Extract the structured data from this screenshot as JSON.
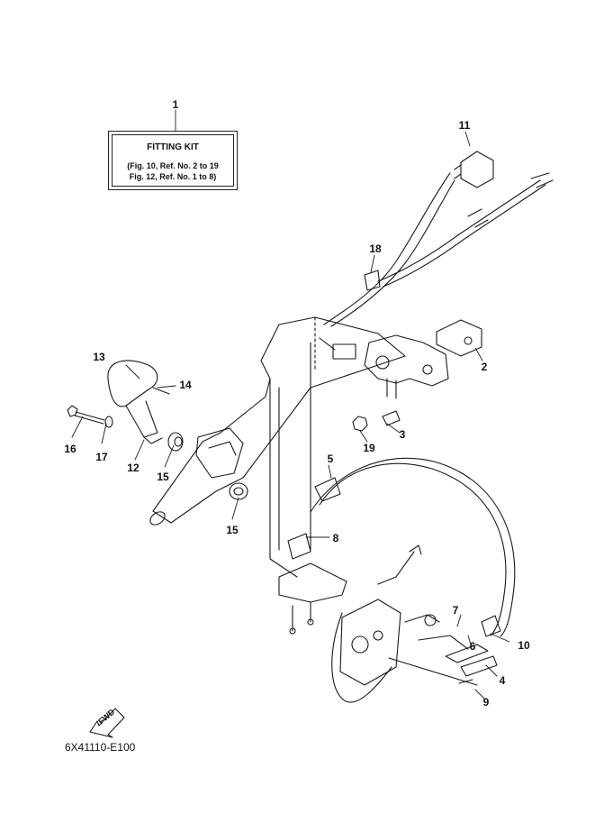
{
  "fitting_kit": {
    "callout": "1",
    "title": "FITTING KIT",
    "line1": "(Fig. 10, Ref. No. 2 to 19",
    "line2": "Fig. 12, Ref. No. 1 to 8)"
  },
  "callouts": {
    "c2": "2",
    "c3": "3",
    "c4": "4",
    "c5": "5",
    "c6": "6",
    "c7": "7",
    "c8": "8",
    "c9": "9",
    "c10": "10",
    "c11": "11",
    "c12": "12",
    "c13": "13",
    "c14": "14",
    "c15a": "15",
    "c15b": "15",
    "c16": "16",
    "c17": "17",
    "c18": "18",
    "c19": "19"
  },
  "fwd_label": "FWD",
  "drawing_code": "6X41110-E100"
}
